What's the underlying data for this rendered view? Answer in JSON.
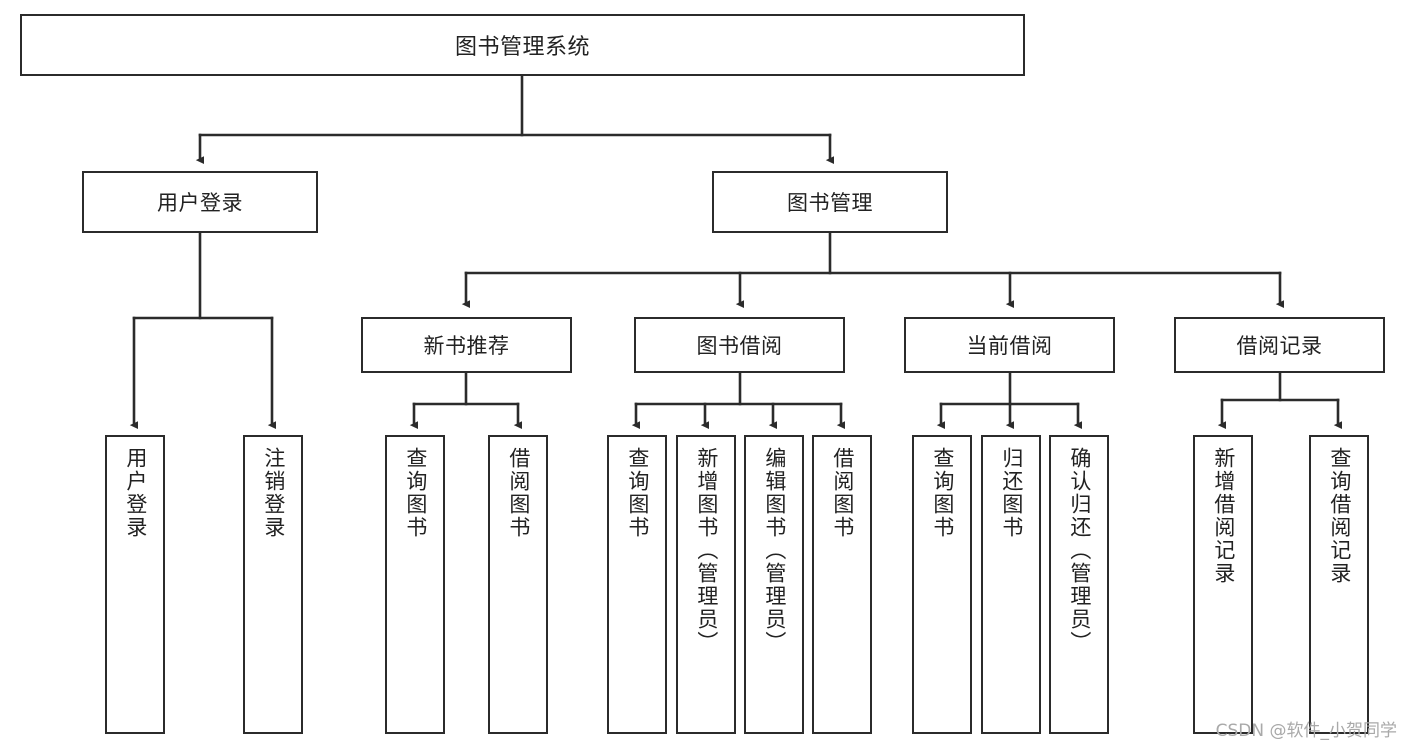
{
  "diagram": {
    "title": "图书管理系统",
    "type": "tree-hierarchy-chart",
    "colors": {
      "background": "#ffffff",
      "box_border": "#2b2b2b",
      "box_fill": "#ffffff",
      "edge": "#2b2b2b",
      "text": "#222222",
      "watermark": "#a9a9a9"
    },
    "root": {
      "label": "图书管理系统"
    },
    "level2": [
      {
        "label": "用户登录"
      },
      {
        "label": "图书管理"
      }
    ],
    "level3": [
      {
        "label": "新书推荐"
      },
      {
        "label": "图书借阅"
      },
      {
        "label": "当前借阅"
      },
      {
        "label": "借阅记录"
      }
    ],
    "leaves": {
      "user_login": [
        {
          "label": "用户登录"
        },
        {
          "label": "注销登录"
        }
      ],
      "new_book_recommend": [
        {
          "label": "查询图书"
        },
        {
          "label": "借阅图书"
        }
      ],
      "book_borrow": [
        {
          "label": "查询图书"
        },
        {
          "label": "新增图书（管理员）"
        },
        {
          "label": "编辑图书（管理员）"
        },
        {
          "label": "借阅图书"
        }
      ],
      "current_borrow": [
        {
          "label": "查询图书"
        },
        {
          "label": "归还图书"
        },
        {
          "label": "确认归还（管理员）"
        }
      ],
      "borrow_record": [
        {
          "label": "新增借阅记录"
        },
        {
          "label": "查询借阅记录"
        }
      ]
    }
  },
  "watermark": {
    "text": "CSDN @软件_小贺同学"
  }
}
